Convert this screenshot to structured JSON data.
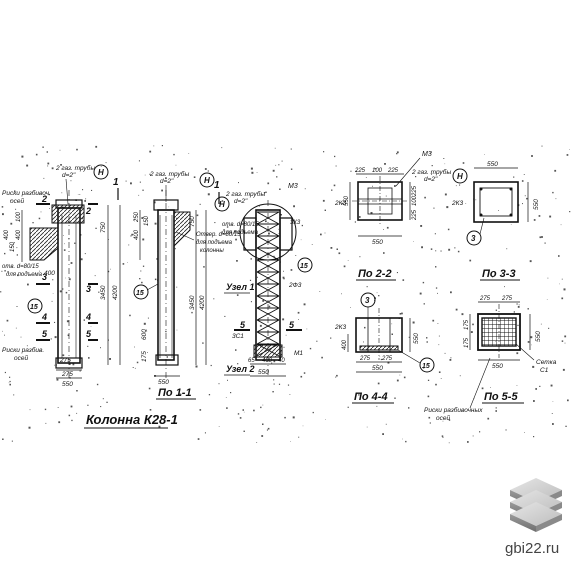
{
  "drawing": {
    "title": "Колонна К28-1",
    "column_side": {
      "pipe_note_1": "2 газ. трубы",
      "pipe_note_1b": "d=2\"",
      "axis_marks_top": "Риски разбивоч.",
      "axis_marks_top_b": "осей",
      "hole_note": "отв. d=80/15",
      "hole_note_b": "для подъема",
      "axis_marks_bottom": "Риски разбив.",
      "axis_marks_bottom_b": "осей",
      "dim_top": "750",
      "dim_mid": "3450",
      "dim_total": "4200",
      "dim_base1": "275",
      "dim_base2": "550",
      "dims_left": [
        "100",
        "400",
        "150",
        "400"
      ],
      "dim_400": "400",
      "dim_275_low": "275",
      "sec_marks": [
        "2",
        "2",
        "3",
        "3",
        "4",
        "4",
        "5",
        "5"
      ],
      "callout_H": "Н",
      "callout_15": "15",
      "arrow_1": "1"
    },
    "section_1_1": {
      "label": "По 1-1",
      "pipe_note": "2 газ. трубы",
      "pipe_note_b": "d=2\"",
      "hole_note": "Отвер. d=80/15",
      "hole_note_b": "для подъема",
      "hole_note_c": "колонны",
      "dim_top": "750",
      "dim_mid": "3450",
      "dim_total": "4200",
      "dims_left": [
        "250",
        "400",
        "150"
      ],
      "dim_600": "600",
      "dim_175": "175",
      "dim_bottom": "550",
      "callout_15": "15",
      "callout_H": "Н",
      "arrow_1": "1"
    },
    "node_view": {
      "node1": "Узел 1",
      "node2": "Узел 2",
      "pipe_note": "2 газ. трубы",
      "pipe_note_b": "d=2\"",
      "hole_note": "отв. d=80/15",
      "hole_note_b": "для подъема",
      "hole_note_c": "колонны",
      "M3": "М3",
      "ZK3": "3К3",
      "ZF3": "2Ф3",
      "ZS1": "3С1",
      "M1": "М1",
      "callout_H": "Н",
      "callout_15": "15",
      "dims_bottom": [
        "65",
        "400",
        "40"
      ],
      "dim_550": "550",
      "sec_marks": [
        "5",
        "5"
      ]
    },
    "section_2_2": {
      "label": "По 2-2",
      "M3": "М3",
      "ZK3": "2К3",
      "pipe_note": "2 газ. трубы",
      "pipe_note_b": "d=2\"",
      "dims_top": [
        "225",
        "100",
        "225"
      ],
      "dims_right": [
        "225",
        "100",
        "225"
      ],
      "dim_left": "550",
      "dim_bottom": "550"
    },
    "section_3_3": {
      "label": "По 3-3",
      "dim_top": "550",
      "dim_right": "550",
      "ZK3": "2К3",
      "callout_H": "Н",
      "callout_3": "3"
    },
    "section_4_4": {
      "label": "По 4-4",
      "ZK3": "2К3",
      "dim_left": "400",
      "dims_bottom": [
        "275",
        "275"
      ],
      "dim_total": "550",
      "dim_right": "550",
      "callout_3": "3",
      "callout_15": "15"
    },
    "section_5_5": {
      "label": "По 5-5",
      "dims_top": [
        "275",
        "275"
      ],
      "dims_left": [
        "175",
        "175"
      ],
      "dim_right": "550",
      "dim_bottom": "550",
      "mesh_note": "Сетка",
      "mesh_code": "С1",
      "axis_marks": "Риски разбивочных",
      "axis_marks_b": "осей"
    }
  },
  "watermark": {
    "site": "gbi22.ru"
  }
}
